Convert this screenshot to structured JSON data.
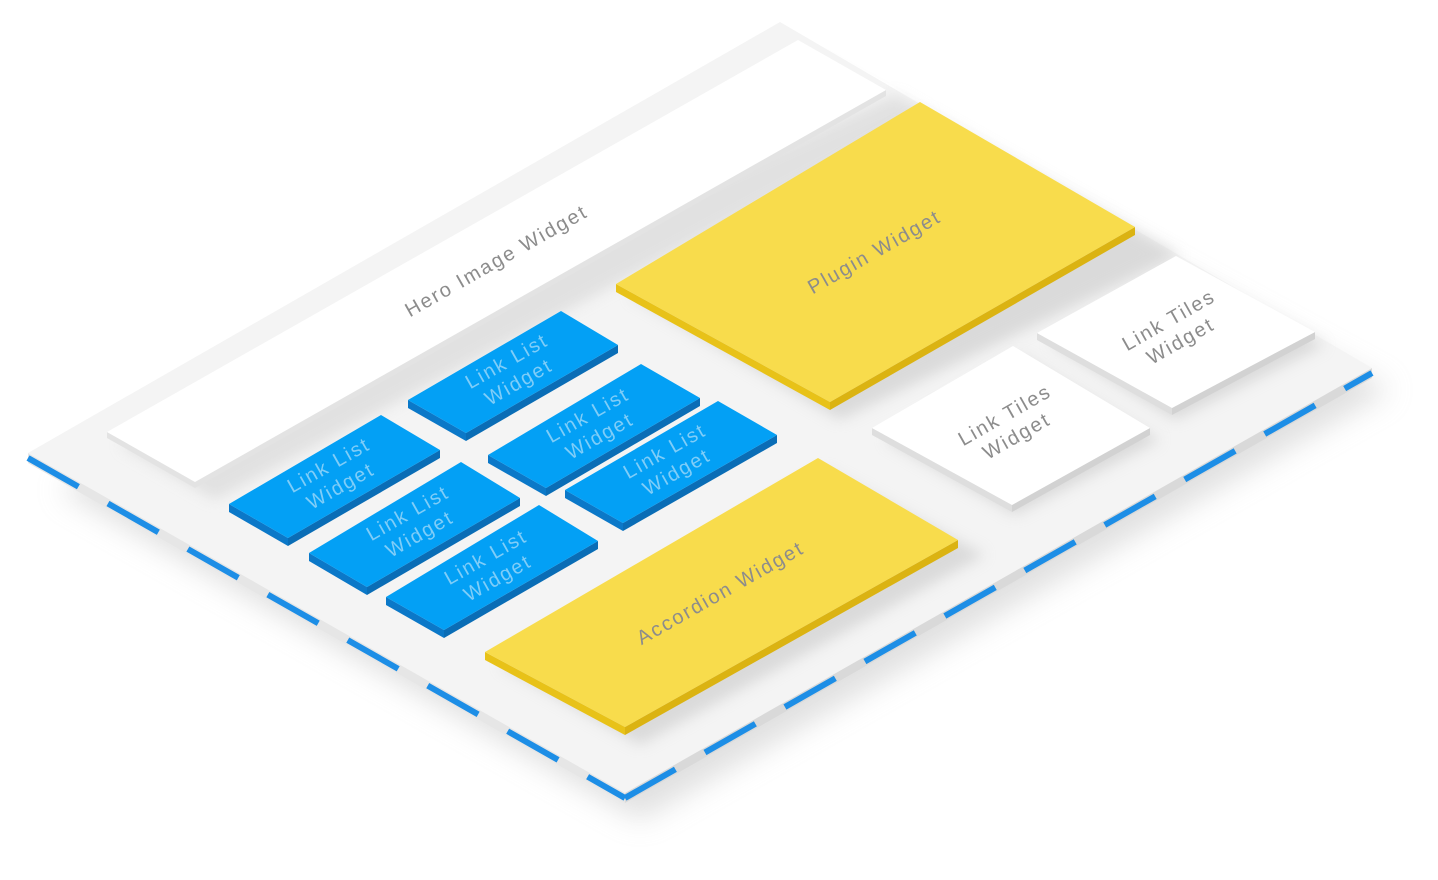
{
  "colors": {
    "page": "#ffffff",
    "board_top": "#f4f4f4",
    "board_side": "#e6e6e6",
    "dash_edge": "#1d8ee6",
    "hero_face": "#ffffff",
    "hero_side": "#e3e3e3",
    "blue_face": "#03a0f5",
    "blue_side": "#0b78c8",
    "yellow_face": "#f8dc4c",
    "yellow_side": "#e8c218",
    "white_face": "#ffffff",
    "white_side": "#dedede",
    "label_on_light": "#8c8c8c",
    "label_on_blue": "#7fcdf8"
  },
  "widgets": {
    "hero": {
      "label": "Hero Image Widget"
    },
    "plugin": {
      "label": "Plugin Widget"
    },
    "accordion": {
      "label": "Accordion Widget"
    },
    "link_list": [
      {
        "line1": "Link List",
        "line2": "Widget"
      },
      {
        "line1": "Link List",
        "line2": "Widget"
      },
      {
        "line1": "Link List",
        "line2": "Widget"
      },
      {
        "line1": "Link List",
        "line2": "Widget"
      },
      {
        "line1": "Link List",
        "line2": "Widget"
      },
      {
        "line1": "Link List",
        "line2": "Widget"
      }
    ],
    "link_tiles": [
      {
        "line1": "Link Tiles",
        "line2": "Widget"
      },
      {
        "line1": "Link Tiles",
        "line2": "Widget"
      }
    ]
  }
}
